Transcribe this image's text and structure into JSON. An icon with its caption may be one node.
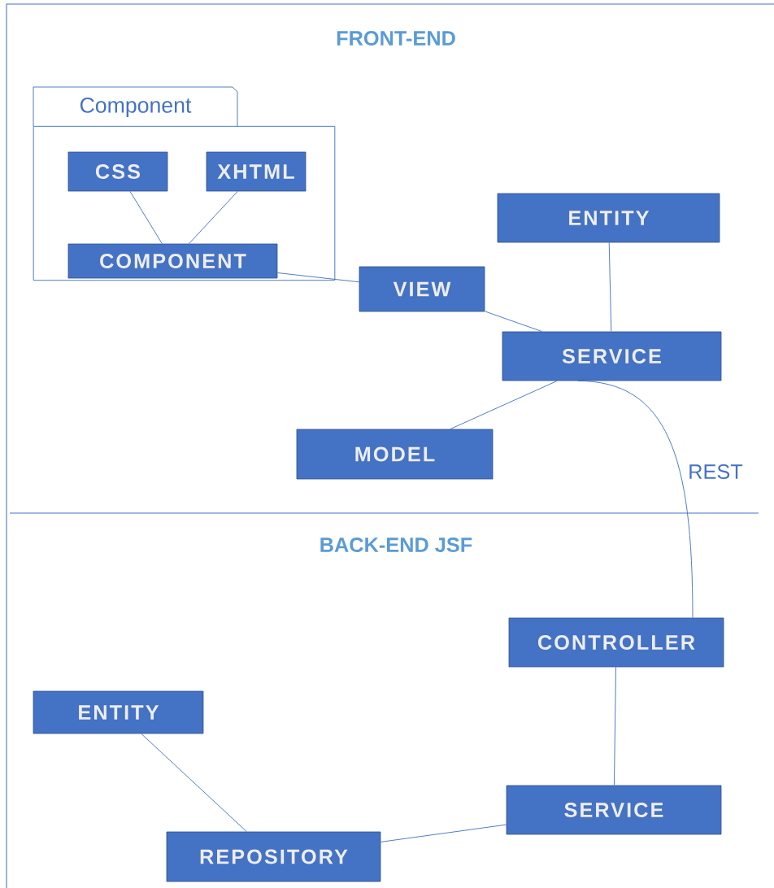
{
  "diagram": {
    "nodes": [
      {
        "text": [
          "Component"
        ]
      },
      {
        "text": [
          "CSS"
        ],
        "in": 0
      },
      {
        "text": [
          "XHTML"
        ],
        "in": 0
      },
      {
        "text": [
          "COMPONENT"
        ],
        "in": 0
      },
      {
        "text": [
          "ENTITY"
        ]
      },
      {
        "text": [
          "VIEW"
        ]
      },
      {
        "text": [
          "SERVICE"
        ]
      },
      {
        "text": [
          "MODEL"
        ]
      },
      {
        "text": [
          "CONTROLLER"
        ]
      },
      {
        "text": [
          "ENTITY"
        ]
      },
      {
        "text": [
          "SERVICE"
        ]
      },
      {
        "text": [
          "REPOSITORY"
        ]
      }
    ],
    "edges": [
      {
        "from": 1,
        "to": 3,
        "arrow": "none"
      },
      {
        "from": 2,
        "to": 3,
        "arrow": "none"
      },
      {
        "from": 3,
        "to": 5,
        "arrow": "none"
      },
      {
        "from": 5,
        "to": 6,
        "arrow": "none"
      },
      {
        "from": 4,
        "to": 6,
        "arrow": "none"
      },
      {
        "from": 7,
        "to": 6,
        "arrow": "none"
      },
      {
        "from": 6,
        "to": 8,
        "arrow": "none",
        "label": "REST"
      },
      {
        "from": 8,
        "to": 10,
        "arrow": "none"
      },
      {
        "from": 9,
        "to": 11,
        "arrow": "none"
      },
      {
        "from": 11,
        "to": 10,
        "arrow": "none"
      }
    ],
    "labels": [
      "FRONT-END",
      "BACK-END JSF"
    ]
  }
}
